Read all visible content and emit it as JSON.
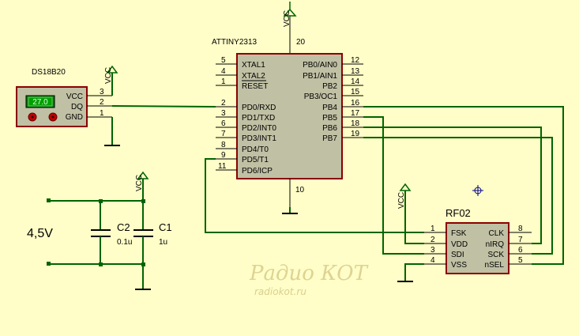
{
  "ic": {
    "name": "ATTINY2313",
    "vcc_pin": "20",
    "gnd_pin": "10",
    "left_pins": [
      {
        "num": "5",
        "label": "XTAL1"
      },
      {
        "num": "4",
        "label": "XTAL2"
      },
      {
        "num": "1",
        "label": "RESET"
      },
      {
        "num": "2",
        "label": "PD0/RXD"
      },
      {
        "num": "3",
        "label": "PD1/TXD"
      },
      {
        "num": "6",
        "label": "PD2/INT0"
      },
      {
        "num": "7",
        "label": "PD3/INT1"
      },
      {
        "num": "8",
        "label": "PD4/T0"
      },
      {
        "num": "9",
        "label": "PD5/T1"
      },
      {
        "num": "11",
        "label": "PD6/ICP"
      }
    ],
    "right_pins": [
      {
        "num": "12",
        "label": "PB0/AIN0"
      },
      {
        "num": "13",
        "label": "PB1/AIN1"
      },
      {
        "num": "14",
        "label": "PB2"
      },
      {
        "num": "15",
        "label": "PB3/OC1"
      },
      {
        "num": "16",
        "label": "PB4"
      },
      {
        "num": "17",
        "label": "PB5"
      },
      {
        "num": "18",
        "label": "PB6"
      },
      {
        "num": "19",
        "label": "PB7"
      }
    ]
  },
  "sensor": {
    "name": "DS18B20",
    "display": "27.0",
    "pins": [
      {
        "num": "3",
        "label": "VCC"
      },
      {
        "num": "2",
        "label": "DQ"
      },
      {
        "num": "1",
        "label": "GND"
      }
    ]
  },
  "rf": {
    "name": "RF02",
    "left_pins": [
      {
        "num": "1",
        "label": "FSK"
      },
      {
        "num": "2",
        "label": "VDD"
      },
      {
        "num": "3",
        "label": "SDI"
      },
      {
        "num": "4",
        "label": "VSS"
      }
    ],
    "right_pins": [
      {
        "num": "8",
        "label": "CLK"
      },
      {
        "num": "7",
        "label": "nIRQ"
      },
      {
        "num": "6",
        "label": "SCK"
      },
      {
        "num": "5",
        "label": "nSEL"
      }
    ]
  },
  "power": {
    "vcc_label": "VCC",
    "voltage": "4,5V",
    "c2_name": "C2",
    "c2_value": "0.1u",
    "c1_name": "C1",
    "c1_value": "1u"
  },
  "watermark": {
    "title": "Радио КОТ",
    "url": "radiokot.ru"
  },
  "colors": {
    "background": "#fffec8",
    "wire": "#006400",
    "component_body": "#c0c0a4",
    "component_border": "#8a0000",
    "lcd": "#00a000"
  }
}
